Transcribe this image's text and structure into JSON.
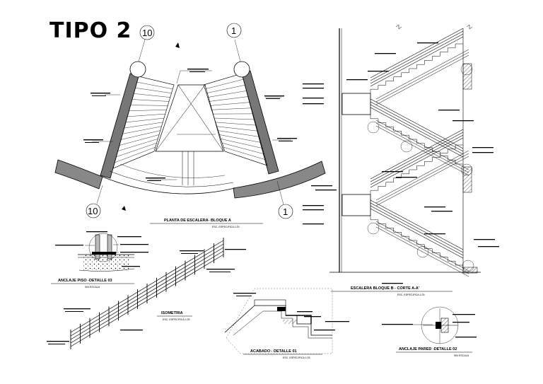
{
  "sheet": {
    "title": "TIPO 2",
    "grid_marks": {
      "top_left": "10",
      "top_right": "1",
      "bottom_left": "10",
      "bottom_right": "1"
    },
    "views": {
      "plan": {
        "label": "PLANTA DE ESCALERA- BLOQUE A",
        "scale": "ESC. ESPECIFICA 1:25"
      },
      "section": {
        "label": "ESCALERA  BLOQUE B - CORTE A-A'",
        "scale": "ESC. ESPECIFICA 1:25"
      },
      "detail03": {
        "label": "ANCLAJE PISO -DETALLE 03",
        "scale": "SIN ESCALA"
      },
      "iso": {
        "label": "ISOMETRIA",
        "scale": "ESC. ESPECIFICA 1:25"
      },
      "detail01": {
        "label": "ACABADO - DETALLE 01",
        "scale": "ESC. ESPECIFICA 1:25"
      },
      "detail02": {
        "label": "ANCLAJE PARED -DETALLE 02",
        "scale": "SIN ESCALA"
      }
    }
  }
}
